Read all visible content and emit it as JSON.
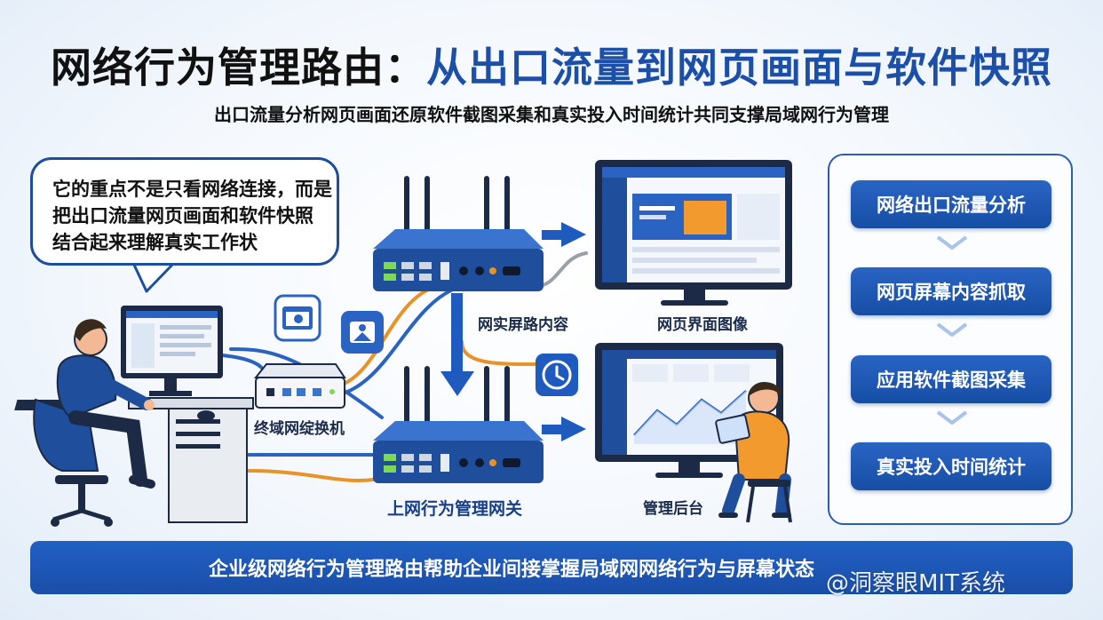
{
  "title": {
    "main": "网络行为管理路由：",
    "accent": "从出口流量到网页画面与软件快照"
  },
  "subtitle": "出口流量分析网页画面还原软件截图采集和真实投入时间统计共同支撑局域网行为管理",
  "bubble": {
    "lines": [
      "它的重点不是只看网络连接，而是",
      "把出口流量网页画面和软件快照",
      "结合起来理解真实工作状"
    ]
  },
  "labels": {
    "switch": "终域网绽换机",
    "screen_content": "网实屏路内容",
    "webpage_image": "网页界面图像",
    "gateway": "上网行为管理网关",
    "admin": "管理后台"
  },
  "steps": [
    "网络出口流量分析",
    "网页屏幕内容抓取",
    "应用软件截图采集",
    "真实投入时间统计"
  ],
  "footer": "企业级网络行为管理路由帮助企业间接掌握局域网网络行为与屏幕状态",
  "watermark": "@洞察眼MIT系统",
  "colors": {
    "primary_blue": "#1c4fa8",
    "accent_orange": "#e8922a",
    "shirt_orange": "#f29a2e",
    "device_blue": "#1f4e9c"
  }
}
